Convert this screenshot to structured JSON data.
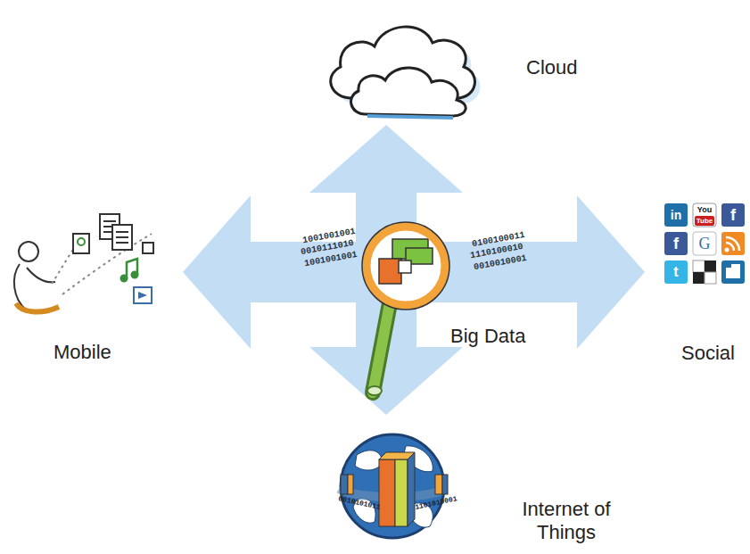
{
  "diagram": {
    "nodes": [
      {
        "text": [
          "Big Data"
        ]
      },
      {
        "text": [
          "Cloud"
        ]
      },
      {
        "text": [
          "Mobile"
        ]
      },
      {
        "text": [
          "Social"
        ]
      },
      {
        "text": [
          "Internet of Things"
        ]
      }
    ],
    "edges": [
      {
        "from": 0,
        "to": 1,
        "arrow": "to"
      },
      {
        "from": 0,
        "to": 2,
        "arrow": "to"
      },
      {
        "from": 0,
        "to": 3,
        "arrow": "to"
      },
      {
        "from": 0,
        "to": 4,
        "arrow": "to"
      }
    ],
    "labels": [
      "1001001001",
      "0010111010",
      "1001001001",
      "0100100011",
      "1110100010",
      "0010010001",
      "0010101011",
      "1101010001",
      "in",
      "You",
      "Tube",
      "f",
      "f",
      "G",
      "t"
    ]
  }
}
